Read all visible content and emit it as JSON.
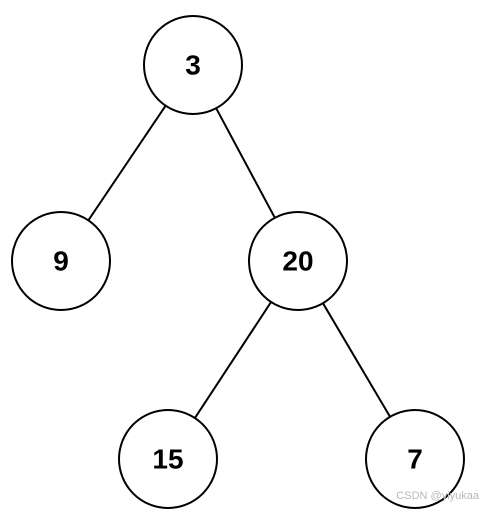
{
  "diagram": {
    "type": "binary-tree",
    "nodes": [
      {
        "id": "n3",
        "label": "3"
      },
      {
        "id": "n9",
        "label": "9"
      },
      {
        "id": "n20",
        "label": "20"
      },
      {
        "id": "n15",
        "label": "15"
      },
      {
        "id": "n7",
        "label": "7"
      }
    ],
    "edges": [
      {
        "from": "n3",
        "to": "n9"
      },
      {
        "from": "n3",
        "to": "n20"
      },
      {
        "from": "n20",
        "to": "n15"
      },
      {
        "from": "n20",
        "to": "n7"
      }
    ],
    "stroke_color": "#000000",
    "fill_color": "#ffffff"
  },
  "watermark": "CSDN @yiyukaa"
}
